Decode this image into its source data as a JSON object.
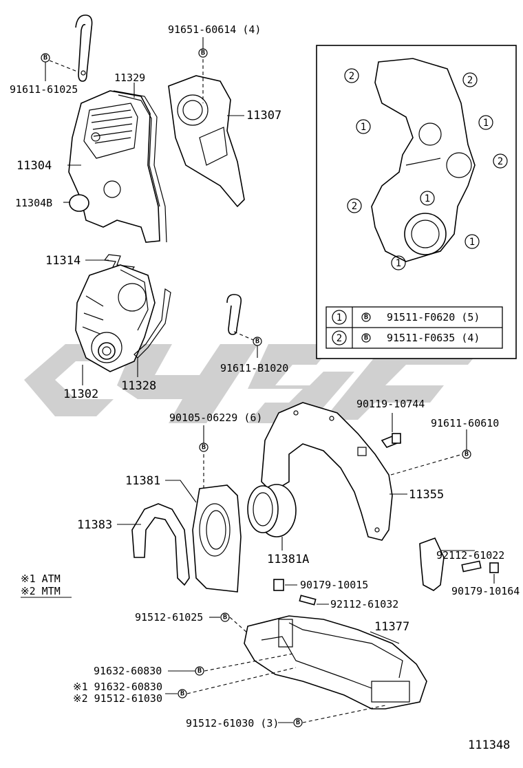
{
  "labels": {
    "p91611_61025": "91611-61025",
    "p11329": "11329",
    "p91651_60614": "91651-60614 (4)",
    "p11307": "11307",
    "p11304": "11304",
    "p11304B": "11304B",
    "p11314": "11314",
    "p91611_B1020": "91611-B1020",
    "p11302": "11302",
    "p11328": "11328",
    "p90119_10744": "90119-10744",
    "p91611_60610": "91611-60610",
    "p90105_06229": "90105-06229 (6)",
    "p11381": "11381",
    "p11355": "11355",
    "p11383": "11383",
    "p11381A": "11381A",
    "p92112_61022": "92112-61022",
    "p90179_10164": "90179-10164",
    "p90179_10015": "90179-10015",
    "p92112_61032": "92112-61032",
    "p91512_61025": "91512-61025",
    "p11377": "11377",
    "p91632_60830": "91632-60830",
    "p91632_60830_n1": "※1 91632-60830",
    "p91512_61030_n2": "※2 91512-61030",
    "p91512_61030_3": "91512-61030 (3)"
  },
  "legend_notes": {
    "atm": "※1 ATM",
    "mtm": "※2 MTM"
  },
  "bolt_table": [
    {
      "ref": "1",
      "part": "91511-F0620 (5)"
    },
    {
      "ref": "2",
      "part": "91511-F0635 (4)"
    }
  ],
  "bolt_symbol": "B",
  "inset_markers": [
    "2",
    "2",
    "1",
    "1",
    "2",
    "1",
    "2",
    "1",
    "1",
    "1"
  ],
  "diagram_id": "111348"
}
